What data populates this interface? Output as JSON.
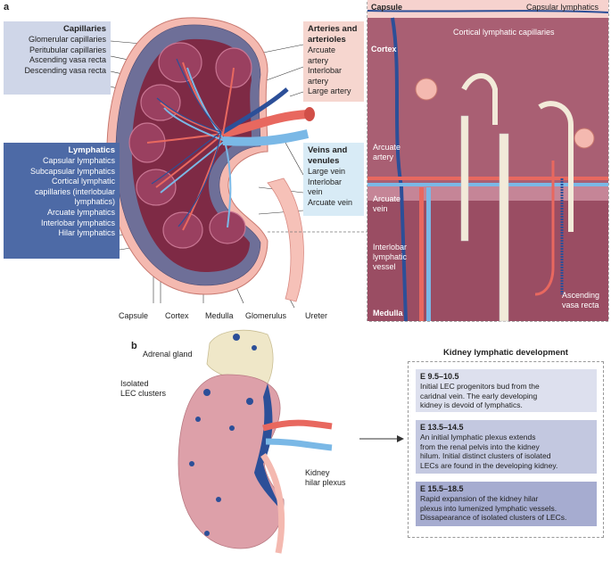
{
  "panel_a": {
    "letter": "a",
    "capillaries": {
      "title": "Capillaries",
      "items": [
        "Glomerular capillaries",
        "Peritubular capillaries",
        "Ascending vasa recta",
        "Descending vasa recta"
      ]
    },
    "lymphatics": {
      "title": "Lymphatics",
      "items": [
        "Capsular lymphatics",
        "Subcapsular lymphatics",
        "Cortical lymphatic",
        "capillaries (interlobular",
        "lymphatics)",
        "Arcuate lymphatics",
        "Interlobar lymphatics",
        "Hilar lymphatics"
      ]
    },
    "arteries": {
      "title_line1": "Arteries and",
      "title_line2": "arterioles",
      "items": [
        "Arcuate",
        "artery",
        "Interlobar",
        "artery",
        "Large artery"
      ]
    },
    "veins": {
      "title_line1": "Veins and",
      "title_line2": "venules",
      "items": [
        "Large vein",
        "Interlobar",
        "vein",
        "Arcuate vein"
      ]
    },
    "bottom_labels": [
      "Capsule",
      "Cortex",
      "Medulla",
      "Glomerulus",
      "Ureter"
    ],
    "inset": {
      "capsule": "Capsule",
      "capsular_lymphatics": "Capsular lymphatics",
      "cortex": "Cortex",
      "cortical_lymphatic_capillaries": "Cortical lymphatic capillaries",
      "arcuate_artery": [
        "Arcuate",
        "artery"
      ],
      "arcuate_vein": [
        "Arcuate",
        "vein"
      ],
      "interlobar_vessel": [
        "Interlobar",
        "lymphatic",
        "vessel"
      ],
      "ascending_vasa_recta": [
        "Ascending",
        "vasa recta"
      ],
      "medulla": "Medulla"
    }
  },
  "panel_b": {
    "letter": "b",
    "adrenal_gland": "Adrenal gland",
    "isolated_lec": [
      "Isolated",
      "LEC clusters"
    ],
    "hilar_plexus": [
      "Kidney",
      "hilar plexus"
    ],
    "dev_title": "Kidney lymphatic development",
    "stages": [
      {
        "stage": "E 9.5–10.5",
        "lines": [
          "Initial LEC progenitors bud from the",
          "caridnal vein. The early developing",
          "kidney is devoid of lymphatics."
        ],
        "color": "#dde0ee"
      },
      {
        "stage": "E 13.5–14.5",
        "lines": [
          "An initial lymphatic plexus extends",
          "from the renal pelvis into the kidney",
          "hilum. Initial distinct clusters of isolated",
          "LECs are found in the developing kidney."
        ],
        "color": "#c3c8e0"
      },
      {
        "stage": "E 15.5–18.5",
        "lines": [
          "Rapid expansion of the kidney hilar",
          "plexus into lumenized lymphatic vessels.",
          "Dissapearance of isolated clusters of LECs."
        ],
        "color": "#a6acd0"
      }
    ]
  },
  "colors": {
    "artery": "#e8685f",
    "vein": "#7ab8e6",
    "lymphatic": "#2c4f98",
    "kidney_dark": "#7e2a45",
    "capsule": "#f2b0a8",
    "inset_bg": "#a1576b"
  }
}
